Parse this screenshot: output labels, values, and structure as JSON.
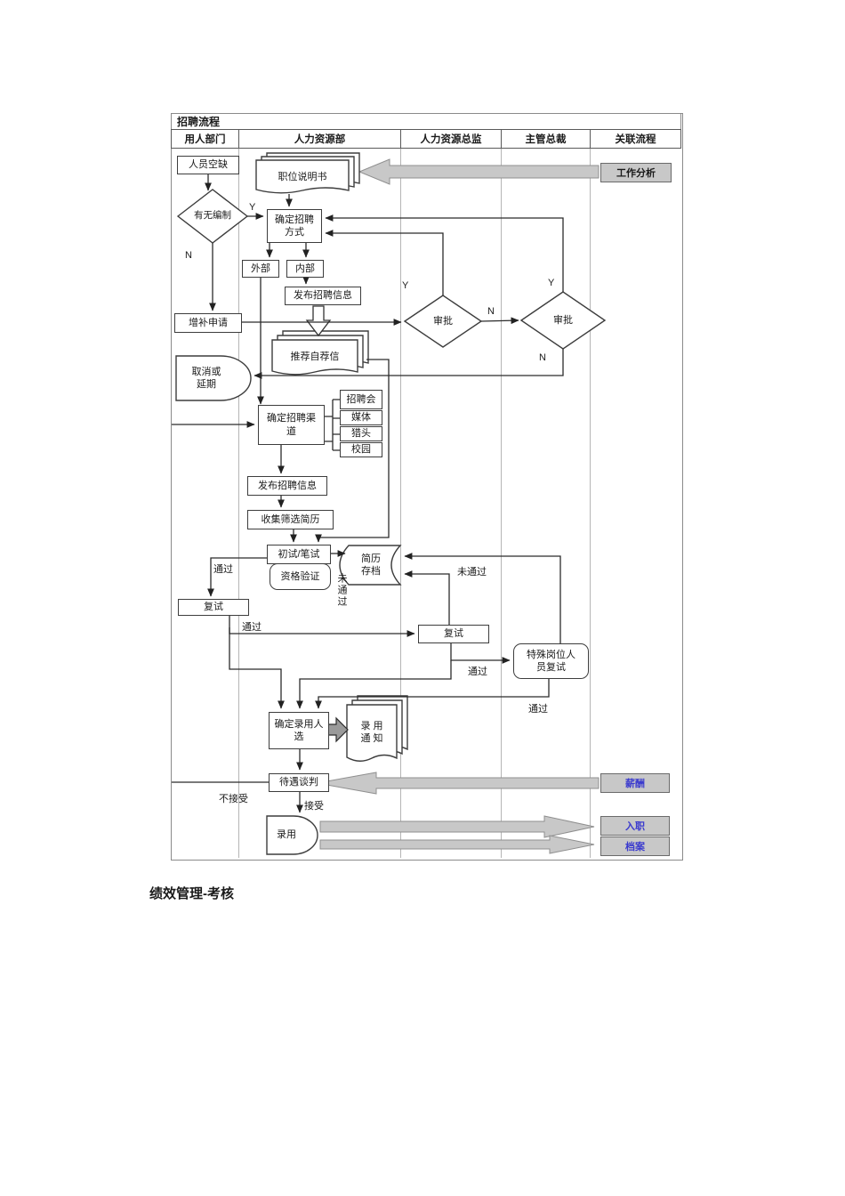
{
  "flowchart": {
    "title": "招聘流程",
    "lanes": {
      "dept": "用人部门",
      "hr": "人力资源部",
      "hr_director": "人力资源总监",
      "president": "主管总裁",
      "related": "关联流程"
    },
    "nodes": {
      "vacancy": "人员空缺",
      "has_quota": "有无编制",
      "job_desc": "职位说明书",
      "job_analysis": "工作分析",
      "confirm_method": "确定招聘\n方式",
      "external": "外部",
      "internal": "内部",
      "publish_info_1": "发布招聘信息",
      "supplement": "增补申请",
      "approve_1": "审批",
      "approve_2": "审批",
      "recommendation": "推荐自荐信",
      "cancel_delay": "取消或\n延期",
      "confirm_channel": "确定招聘渠\n道",
      "job_fair": "招聘会",
      "media": "媒体",
      "headhunter": "猎头",
      "campus": "校园",
      "publish_info_2": "发布招聘信息",
      "collect_resumes": "收集筛选简历",
      "first_test": "初试/笔试",
      "qualification": "资格验证",
      "resume_archive": "简历\n存档",
      "retest_dept": "复试",
      "retest_director": "复试",
      "special_retest": "特殊岗位人\n员复试",
      "confirm_hire": "确定录用人\n选",
      "hire_notice": "录 用\n通 知",
      "negotiation": "待遇谈判",
      "hire": "录用",
      "salary": "薪酬",
      "onboarding": "入职",
      "archive": "档案"
    },
    "labels": {
      "quota_yes": "Y",
      "quota_no": "N",
      "approve1_yes": "Y",
      "approve1_no": "N",
      "approve2_yes": "Y",
      "approve2_no": "N",
      "pass_first": "通过",
      "fail_first": "未通过",
      "pass_dept": "通过",
      "fail_director": "未通过",
      "pass_director": "通过",
      "pass_special": "通过",
      "reject": "不接受",
      "accept": "接受"
    },
    "colors": {
      "link_blue": "#3a3ace",
      "gray_fill": "#c8c8c8",
      "line": "#2b2b2b"
    }
  },
  "page": {
    "section_heading": "绩效管理-考核"
  }
}
